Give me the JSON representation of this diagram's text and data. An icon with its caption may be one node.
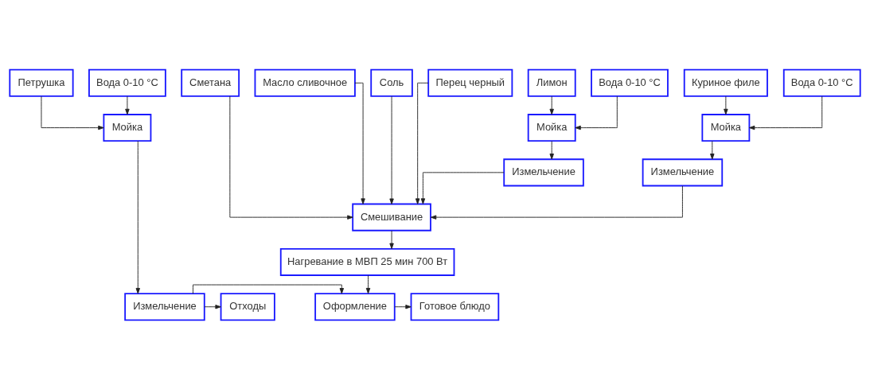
{
  "diagram": {
    "nodes": [
      {
        "text": [
          "Куриное филе"
        ]
      },
      {
        "text": [
          "Сметана"
        ]
      },
      {
        "text": [
          "Масло сливочное"
        ]
      },
      {
        "text": [
          "Лимон"
        ]
      },
      {
        "text": [
          "Соль"
        ]
      },
      {
        "text": [
          "Перец черный"
        ]
      },
      {
        "text": [
          "Петрушка"
        ]
      },
      {
        "text": [
          "Мойка"
        ]
      },
      {
        "text": [
          "Вода 0-10 °С"
        ]
      },
      {
        "text": [
          "Измельчение"
        ]
      },
      {
        "text": [
          "Вода 0-10 °С"
        ]
      },
      {
        "text": [
          "Мойка"
        ]
      },
      {
        "text": [
          "Измельчение"
        ]
      },
      {
        "text": [
          "Вода 0-10 °С"
        ]
      },
      {
        "text": [
          "Мойка"
        ]
      },
      {
        "text": [
          "Смешивание"
        ]
      },
      {
        "text": [
          "Нагревание в МВП 25 мин 700 Вт"
        ]
      },
      {
        "text": [
          "Отходы"
        ]
      },
      {
        "text": [
          "Готовое блюдо"
        ]
      },
      {
        "text": [
          "Оформление"
        ]
      },
      {
        "text": [
          "Измельчение"
        ]
      }
    ],
    "edges": [
      {
        "from": 0,
        "to": 7,
        "arrow": "to"
      },
      {
        "from": 8,
        "to": 7,
        "arrow": "to"
      },
      {
        "from": 7,
        "to": 9,
        "arrow": "to"
      },
      {
        "from": 9,
        "to": 15,
        "arrow": "to"
      },
      {
        "from": 1,
        "to": 15,
        "arrow": "to"
      },
      {
        "from": 2,
        "to": 15,
        "arrow": "to"
      },
      {
        "from": 3,
        "to": 11,
        "arrow": "to"
      },
      {
        "from": 10,
        "to": 11,
        "arrow": "to"
      },
      {
        "from": 11,
        "to": 12,
        "arrow": "to"
      },
      {
        "from": 12,
        "to": 15,
        "arrow": "to"
      },
      {
        "from": 4,
        "to": 15,
        "arrow": "to"
      },
      {
        "from": 5,
        "to": 15,
        "arrow": "to"
      },
      {
        "from": 6,
        "to": 14,
        "arrow": "to"
      },
      {
        "from": 13,
        "to": 14,
        "arrow": "to"
      },
      {
        "from": 14,
        "to": 20,
        "arrow": "to"
      },
      {
        "from": 15,
        "to": 16,
        "arrow": "to"
      },
      {
        "from": 16,
        "to": 19,
        "arrow": "to"
      },
      {
        "from": 20,
        "to": 19,
        "arrow": "to"
      },
      {
        "from": 20,
        "to": 17,
        "arrow": "to"
      },
      {
        "from": 19,
        "to": 18,
        "arrow": "to"
      }
    ]
  }
}
